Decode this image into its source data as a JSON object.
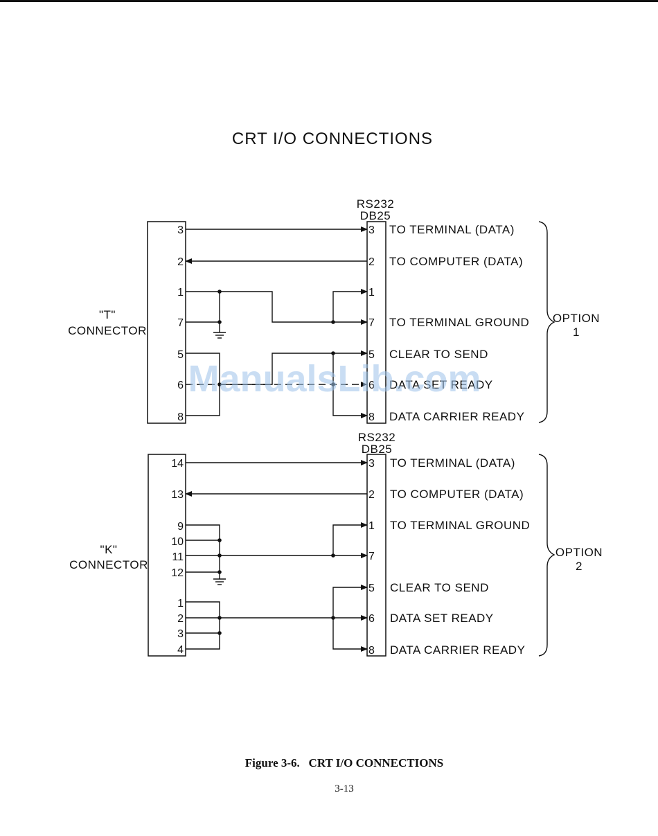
{
  "diagram_title": "CRT I/O CONNECTIONS",
  "caption": "Figure 3-6.   CRT I/O CONNECTIONS",
  "page_number": "3-13",
  "watermark": "ManualsLib.com",
  "option1": {
    "header_line1": "RS232",
    "header_line2": "DB25",
    "connector_line1": "\"T\"",
    "connector_line2": "CONNECTOR",
    "left_pins": [
      "3",
      "2",
      "1",
      "7",
      "5",
      "6",
      "8"
    ],
    "right_pins": [
      "3",
      "2",
      "1",
      "7",
      "5",
      "6",
      "8"
    ],
    "signals": [
      "TO TERMINAL (DATA)",
      "TO COMPUTER (DATA)",
      "",
      "TO TERMINAL GROUND",
      "CLEAR TO SEND",
      "DATA SET READY",
      "DATA CARRIER READY"
    ],
    "option_line1": "OPTION",
    "option_line2": "1"
  },
  "option2": {
    "header_line1": "RS232",
    "header_line2": "DB25",
    "connector_line1": "\"K\"",
    "connector_line2": "CONNECTOR",
    "left_pins": [
      "14",
      "13",
      "9",
      "10",
      "11",
      "12",
      "1",
      "2",
      "3",
      "4"
    ],
    "right_pins": [
      "3",
      "2",
      "1",
      "7",
      "5",
      "6",
      "8"
    ],
    "signals": [
      "TO TERMINAL (DATA)",
      "TO COMPUTER (DATA)",
      "TO TERMINAL GROUND",
      "",
      "CLEAR TO SEND",
      "DATA SET READY",
      "DATA CARRIER READY"
    ],
    "option_line1": "OPTION",
    "option_line2": "2"
  }
}
